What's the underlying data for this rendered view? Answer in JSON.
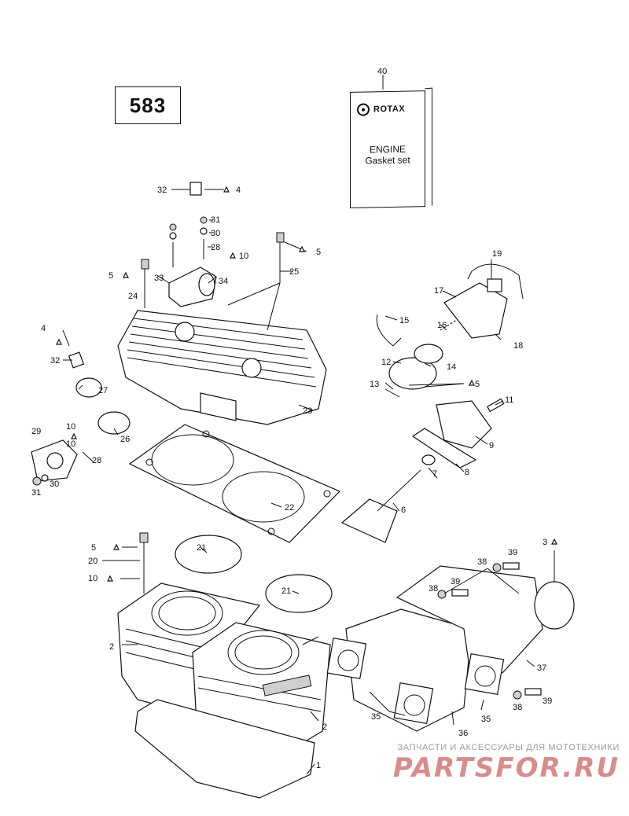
{
  "model_number": "583",
  "gasket_set": {
    "brand": "ROTAX",
    "title_line1": "ENGINE",
    "title_line2": "Gasket set",
    "logo_icon": "rotax-logo-icon"
  },
  "callouts": [
    "1",
    "2",
    "2",
    "3",
    "4",
    "4",
    "5",
    "5",
    "5",
    "5",
    "6",
    "7",
    "8",
    "9",
    "10",
    "10",
    "10",
    "10",
    "11",
    "12",
    "13",
    "14",
    "15",
    "16",
    "17",
    "18",
    "19",
    "20",
    "21",
    "21",
    "22",
    "23",
    "24",
    "25",
    "26",
    "27",
    "28",
    "28",
    "29",
    "30",
    "30",
    "31",
    "31",
    "32",
    "32",
    "33",
    "34",
    "35",
    "35",
    "36",
    "37",
    "38",
    "38",
    "38",
    "39",
    "39",
    "39",
    "40"
  ],
  "watermark": {
    "line1": "ЗАПЧАСТИ И АКСЕССУАРЫ ДЛЯ МОТОТЕХНИКИ",
    "brand": "PARTSFOR.RU"
  },
  "colors": {
    "line": "#111111",
    "watermark_text": "#9a9a9a",
    "watermark_brand": "#d98c8c"
  }
}
